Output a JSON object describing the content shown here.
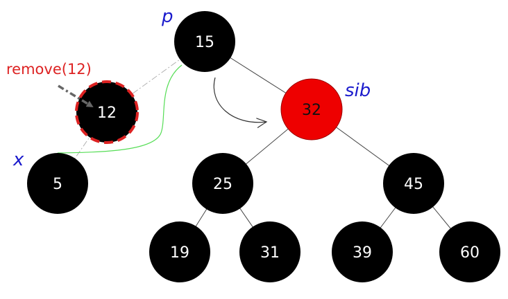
{
  "colors": {
    "node_black": "#000000",
    "node_red": "#ee0000",
    "removed_outline": "#dd2222",
    "pointer_label": "#1a1acc",
    "removal_label": "#dd2222",
    "new_link": "#55dd55",
    "edge": "#444444"
  },
  "nodes": [
    {
      "id": "n15",
      "label": "15",
      "color": "black"
    },
    {
      "id": "n12",
      "label": "12",
      "color": "black",
      "removed": true
    },
    {
      "id": "n5",
      "label": "5",
      "color": "black"
    },
    {
      "id": "n32",
      "label": "32",
      "color": "red"
    },
    {
      "id": "n25",
      "label": "25",
      "color": "black"
    },
    {
      "id": "n45",
      "label": "45",
      "color": "black"
    },
    {
      "id": "n19",
      "label": "19",
      "color": "black"
    },
    {
      "id": "n31",
      "label": "31",
      "color": "black"
    },
    {
      "id": "n39",
      "label": "39",
      "color": "black"
    },
    {
      "id": "n60",
      "label": "60",
      "color": "black"
    }
  ],
  "edges": [
    {
      "from": "n15",
      "to": "n32",
      "style": "solid"
    },
    {
      "from": "n15",
      "to": "n12",
      "style": "dash-dot"
    },
    {
      "from": "n12",
      "to": "n5",
      "style": "dash-dot"
    },
    {
      "from": "n32",
      "to": "n25",
      "style": "solid"
    },
    {
      "from": "n32",
      "to": "n45",
      "style": "solid"
    },
    {
      "from": "n25",
      "to": "n19",
      "style": "solid"
    },
    {
      "from": "n25",
      "to": "n31",
      "style": "solid"
    },
    {
      "from": "n45",
      "to": "n39",
      "style": "solid"
    },
    {
      "from": "n45",
      "to": "n60",
      "style": "solid"
    }
  ],
  "annotations": {
    "p": "p",
    "sib": "sib",
    "x": "x",
    "remove": "remove(12)"
  }
}
